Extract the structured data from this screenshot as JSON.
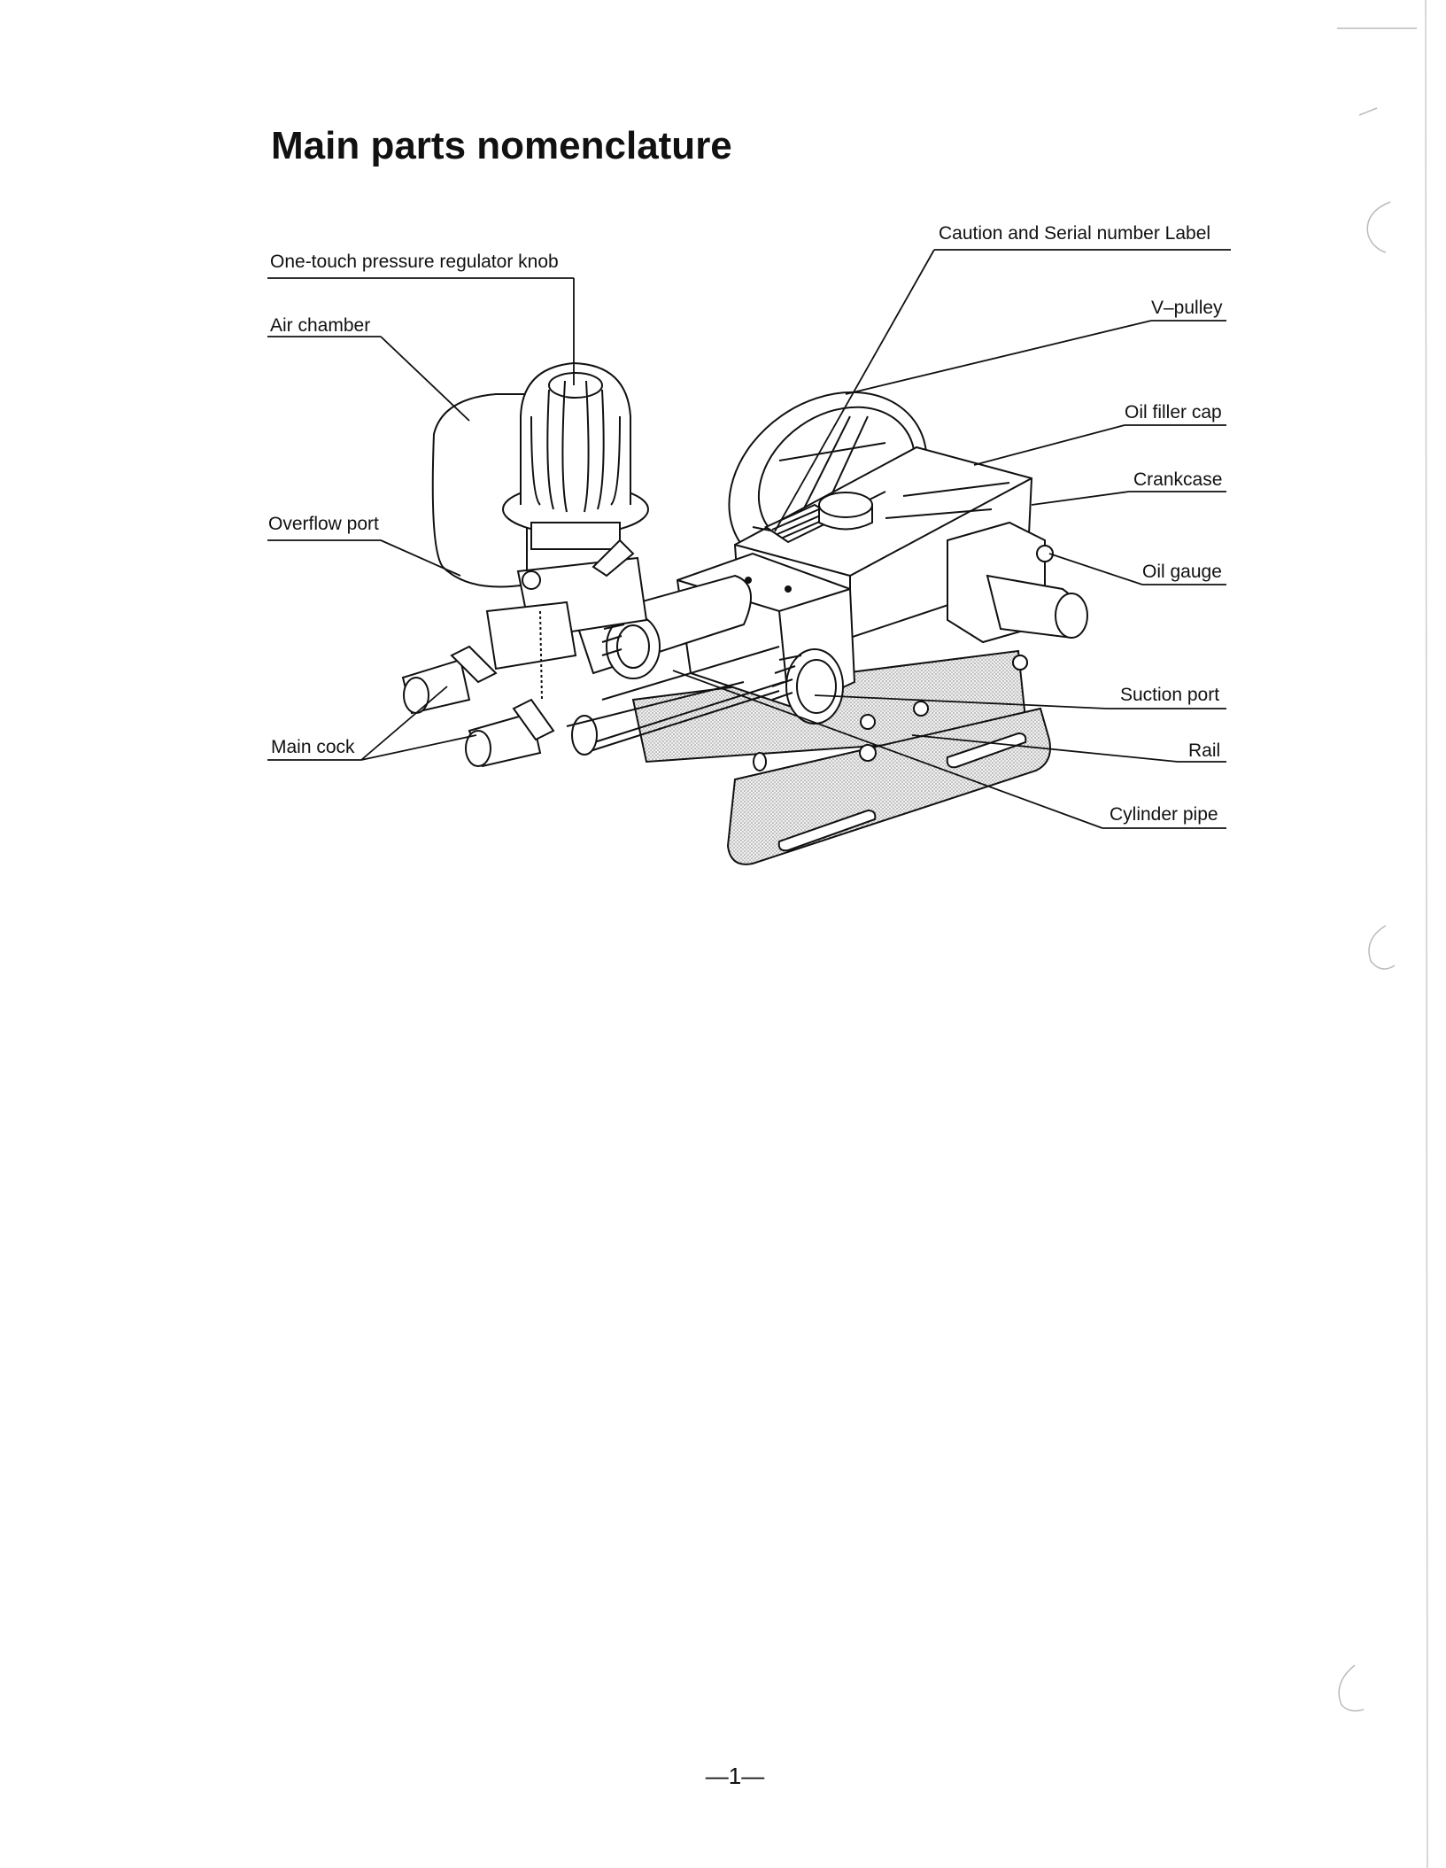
{
  "page": {
    "title": "Main parts nomenclature",
    "page_number": "—1—"
  },
  "labels": {
    "caution_serial": "Caution and Serial number Label",
    "regulator_knob": "One-touch pressure regulator knob",
    "air_chamber": "Air chamber",
    "v_pulley": "V–pulley",
    "oil_filler_cap": "Oil filler cap",
    "crankcase": "Crankcase",
    "overflow_port": "Overflow port",
    "oil_gauge": "Oil gauge",
    "suction_port": "Suction port",
    "main_cock": "Main cock",
    "rail": "Rail",
    "cylinder_pipe": "Cylinder pipe"
  }
}
